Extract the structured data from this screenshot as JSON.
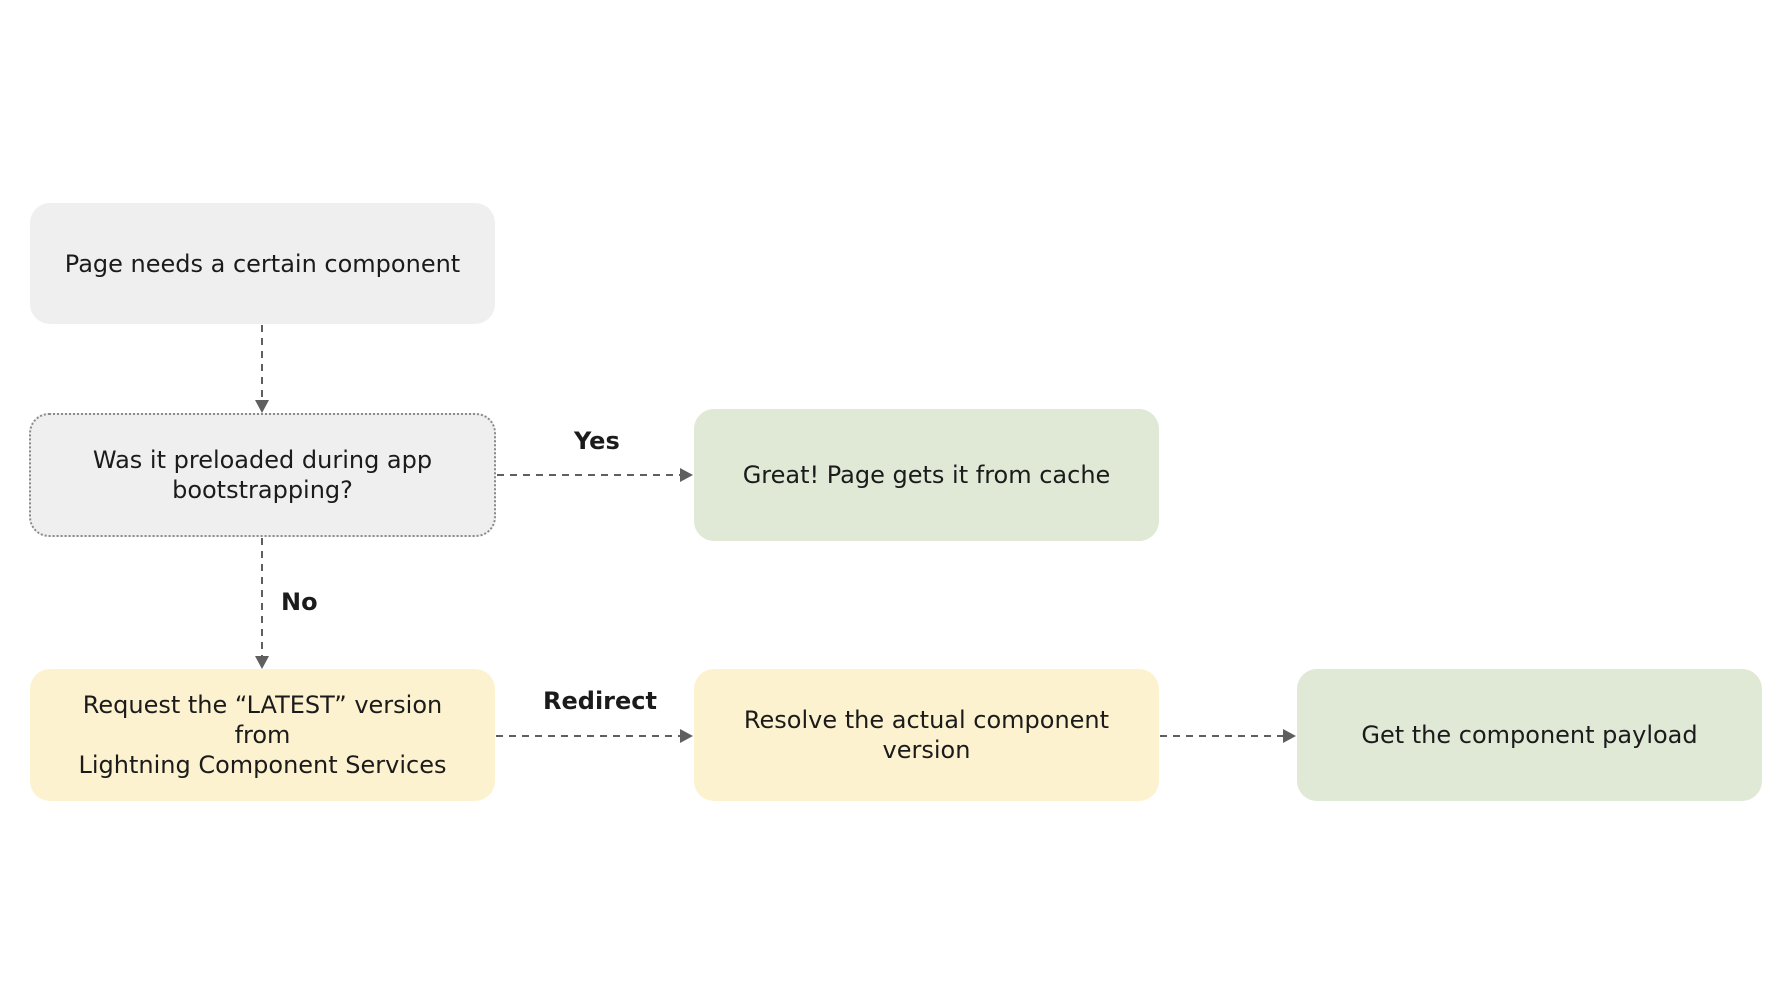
{
  "nodes": {
    "start": "Page needs a certain component",
    "decision": [
      "Was it preloaded during app",
      "bootstrapping?"
    ],
    "cache": "Great! Page gets it from cache",
    "request": [
      "Request the “LATEST” version from",
      "Lightning Component Services"
    ],
    "resolve": [
      "Resolve the actual component",
      "version"
    ],
    "payload": "Get the component payload"
  },
  "edge_labels": {
    "yes": "Yes",
    "no": "No",
    "redirect": "Redirect"
  },
  "colors": {
    "neutral": "#efefef",
    "action": "#fdf2cf",
    "outcome": "#dfe9d6",
    "connector": "#5f5f5f"
  }
}
